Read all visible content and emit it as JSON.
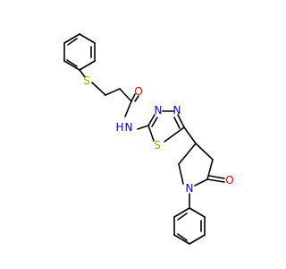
{
  "molecule": {
    "colors": {
      "bond": "#000000",
      "sulfur": "#b2a000",
      "oxygen": "#ff0000",
      "nitrogen": "#0000ff",
      "background": "#ffffff"
    },
    "atom_labels": {
      "thioether_s": "S",
      "thiadiazole_s": "S",
      "amide_o": "O",
      "lactam_o": "O",
      "amide_n": "N",
      "amide_h": "H",
      "ring_n1": "N",
      "ring_n2": "N",
      "pyrrolidine_n": "N"
    }
  }
}
